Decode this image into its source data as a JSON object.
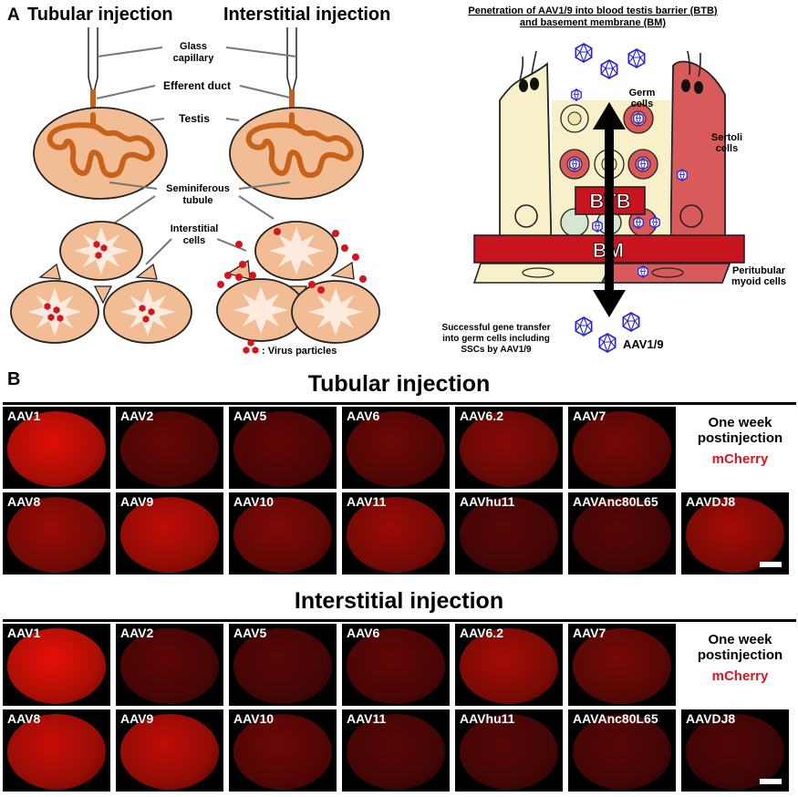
{
  "panel_a": {
    "letter": "A",
    "left_titles": {
      "tubular": "Tubular injection",
      "interstitial": "Interstitial injection"
    },
    "labels": {
      "glass": "Glass",
      "capillary": "capillary",
      "efferent": "Efferent duct",
      "testis": "Testis",
      "semin1": "Seminiferous",
      "semin2": "tubule",
      "inter1": "Interstitial",
      "inter2": "cells",
      "virus": ": Virus particles"
    },
    "right": {
      "title1": "Penetration of AAV1/9 into blood testis barrier (BTB)",
      "title2": "and basement membrane (BM)",
      "germ1": "Germ",
      "germ2": "cells",
      "sertoli1": "Sertoli",
      "sertoli2": "cells",
      "btb": "BTB",
      "bm": "BM",
      "peri1": "Peritubular",
      "peri2": "myoid cells",
      "success1": "Successful gene transfer",
      "success2": "into germ cells including",
      "success3": "SSCs by AAV1/9",
      "aav19": "AAV1/9"
    },
    "colors": {
      "testis": "#f2bd95",
      "tubule": "#c8621a",
      "sertoli_left": "#f8f0c8",
      "sertoli_right": "#d85a5a",
      "barrier": "#c8141e",
      "virus": "#d4141e",
      "capsid": "#2a22d8"
    }
  },
  "panel_b": {
    "letter": "B",
    "side_line1": "One week",
    "side_line2": "postinjection",
    "reporter": "mCherry",
    "groups": [
      {
        "title": "Tubular injection",
        "row1": [
          {
            "label": "AAV1",
            "intensity": 0.85
          },
          {
            "label": "AAV2",
            "intensity": 0.22
          },
          {
            "label": "AAV5",
            "intensity": 0.2
          },
          {
            "label": "AAV6",
            "intensity": 0.25
          },
          {
            "label": "AAV6.2",
            "intensity": 0.4
          },
          {
            "label": "AAV7",
            "intensity": 0.3
          }
        ],
        "row2": [
          {
            "label": "AAV8",
            "intensity": 0.5
          },
          {
            "label": "AAV9",
            "intensity": 0.7
          },
          {
            "label": "AAV10",
            "intensity": 0.35
          },
          {
            "label": "AAV11",
            "intensity": 0.5
          },
          {
            "label": "AAVhu11",
            "intensity": 0.15
          },
          {
            "label": "AAVAnc80L65",
            "intensity": 0.15
          },
          {
            "label": "AAVDJ8",
            "intensity": 0.55
          }
        ]
      },
      {
        "title": "Interstitial injection",
        "row1": [
          {
            "label": "AAV1",
            "intensity": 0.9
          },
          {
            "label": "AAV2",
            "intensity": 0.18
          },
          {
            "label": "AAV5",
            "intensity": 0.15
          },
          {
            "label": "AAV6",
            "intensity": 0.2
          },
          {
            "label": "AAV6.2",
            "intensity": 0.55
          },
          {
            "label": "AAV7",
            "intensity": 0.3
          }
        ],
        "row2": [
          {
            "label": "AAV8",
            "intensity": 0.75
          },
          {
            "label": "AAV9",
            "intensity": 0.7
          },
          {
            "label": "AAV10",
            "intensity": 0.25
          },
          {
            "label": "AAV11",
            "intensity": 0.15
          },
          {
            "label": "AAVhu11",
            "intensity": 0.15
          },
          {
            "label": "AAVAnc80L65",
            "intensity": 0.15
          },
          {
            "label": "AAVDJ8",
            "intensity": 0.12
          }
        ]
      }
    ]
  }
}
